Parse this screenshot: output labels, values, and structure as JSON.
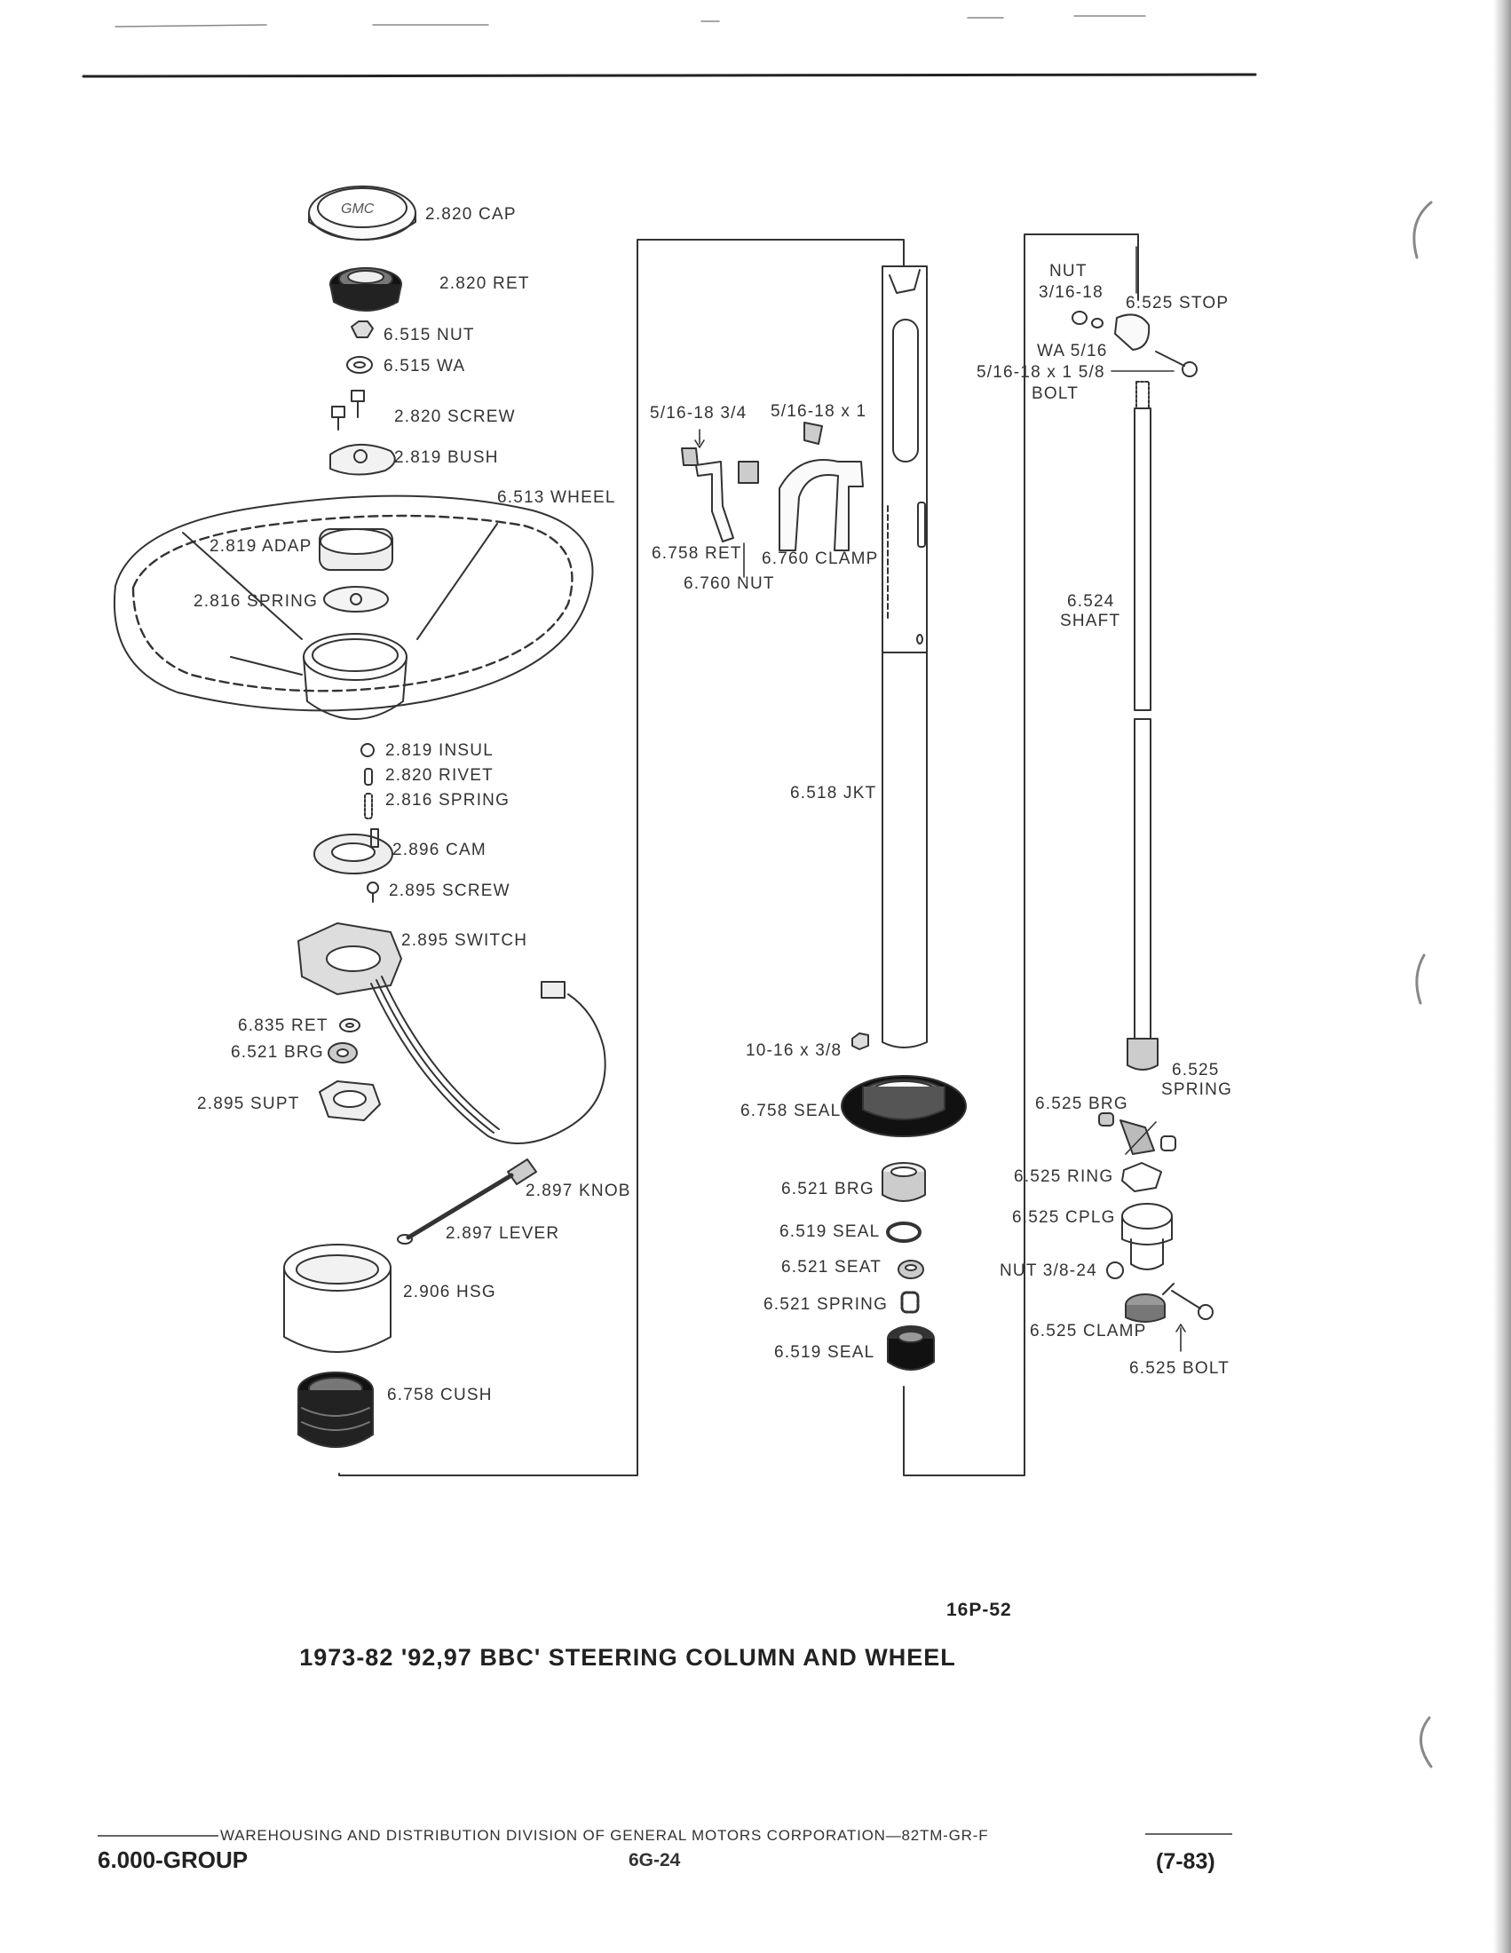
{
  "title": "1973-82 '92,97 BBC' STEERING COLUMN AND WHEEL",
  "figure_id": "16P-52",
  "footer": {
    "division_line": "WAREHOUSING AND DISTRIBUTION  DIVISION OF GENERAL MOTORS CORPORATION—82TM-GR-F",
    "group": "6.000-GROUP",
    "page": "6G-24",
    "date": "(7-83)"
  },
  "cap_logo": "GMC",
  "parts": {
    "cap": "2.820 CAP",
    "ret_2820": "2.820 RET",
    "nut_6515": "6.515 NUT",
    "wa_6515": "6.515 WA",
    "screw_2820": "2.820 SCREW",
    "bush_2819": "2.819 BUSH",
    "wheel_6513": "6.513 WHEEL",
    "adap_2819": "2.819 ADAP",
    "spring_2816a": "2.816 SPRING",
    "insul_2819": "2.819 INSUL",
    "rivet_2820": "2.820 RIVET",
    "spring_2816b": "2.816 SPRING",
    "cam_2896": "2.896 CAM",
    "screw_2895": "2.895 SCREW",
    "switch_2895": "2.895 SWITCH",
    "ret_6835": "6.835 RET",
    "brg_6521a": "6.521 BRG",
    "supt_2895": "2.895 SUPT",
    "knob_2897": "2.897 KNOB",
    "lever_2897": "2.897 LEVER",
    "hsg_2906": "2.906 HSG",
    "cush_6758": "6.758 CUSH",
    "bolt_34": "5/16-18 3/4",
    "bolt_1": "5/16-18 x 1",
    "ret_6758": "6.758 RET",
    "clamp_6760": "6.760 CLAMP",
    "nut_6760": "6.760 NUT",
    "jkt_6518": "6.518 JKT",
    "screw_1016": "10-16 x 3/8",
    "seal_6758": "6.758 SEAL",
    "brg_6521b": "6.521 BRG",
    "seal_6519a": "6.519 SEAL",
    "seat_6521": "6.521 SEAT",
    "spring_6521": "6.521 SPRING",
    "seal_6519b": "6.519 SEAL",
    "nut_label": "NUT",
    "nut_size": "3/16-18",
    "stop_6525": "6.525 STOP",
    "wa_516": "WA 5/16",
    "bolt_size": "5/16-18 x 1 5/8",
    "bolt_label": "BOLT",
    "shaft_num": "6.524",
    "shaft_label": "SHAFT",
    "spring_6525_num": "6.525",
    "spring_6525_label": "SPRING",
    "brg_6525": "6.525 BRG",
    "ring_6525": "6.525 RING",
    "cplg_6525": "6.525 CPLG",
    "nut_3824": "NUT 3/8-24",
    "clamp_6525": "6.525 CLAMP",
    "bolt_6525": "6.525 BOLT"
  }
}
